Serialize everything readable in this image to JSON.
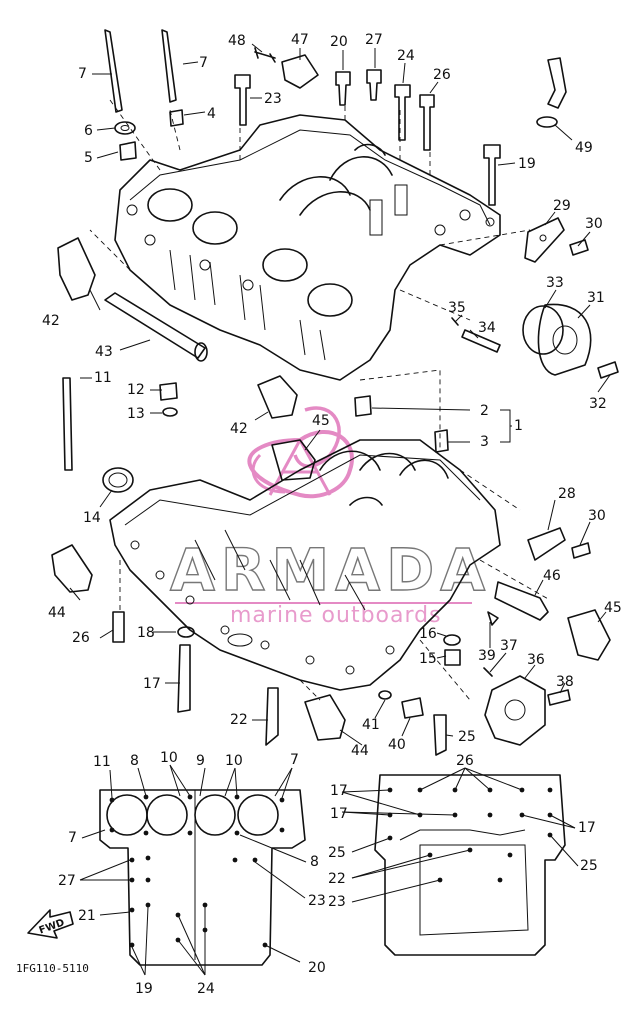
{
  "diagram": {
    "part_code": "1FG110-5110",
    "direction_label": "FWD",
    "watermark": {
      "brand": "ARMADA",
      "tagline": "marine outboards",
      "color": "#e48ac4"
    },
    "labels": [
      "1",
      "2",
      "3",
      "4",
      "5",
      "6",
      "7",
      "8",
      "9",
      "10",
      "11",
      "12",
      "13",
      "14",
      "15",
      "16",
      "17",
      "18",
      "19",
      "20",
      "21",
      "22",
      "23",
      "24",
      "25",
      "26",
      "27",
      "28",
      "29",
      "30",
      "31",
      "32",
      "33",
      "34",
      "35",
      "36",
      "37",
      "38",
      "39",
      "40",
      "41",
      "42",
      "43",
      "44",
      "45",
      "46",
      "47",
      "48",
      "49"
    ]
  }
}
